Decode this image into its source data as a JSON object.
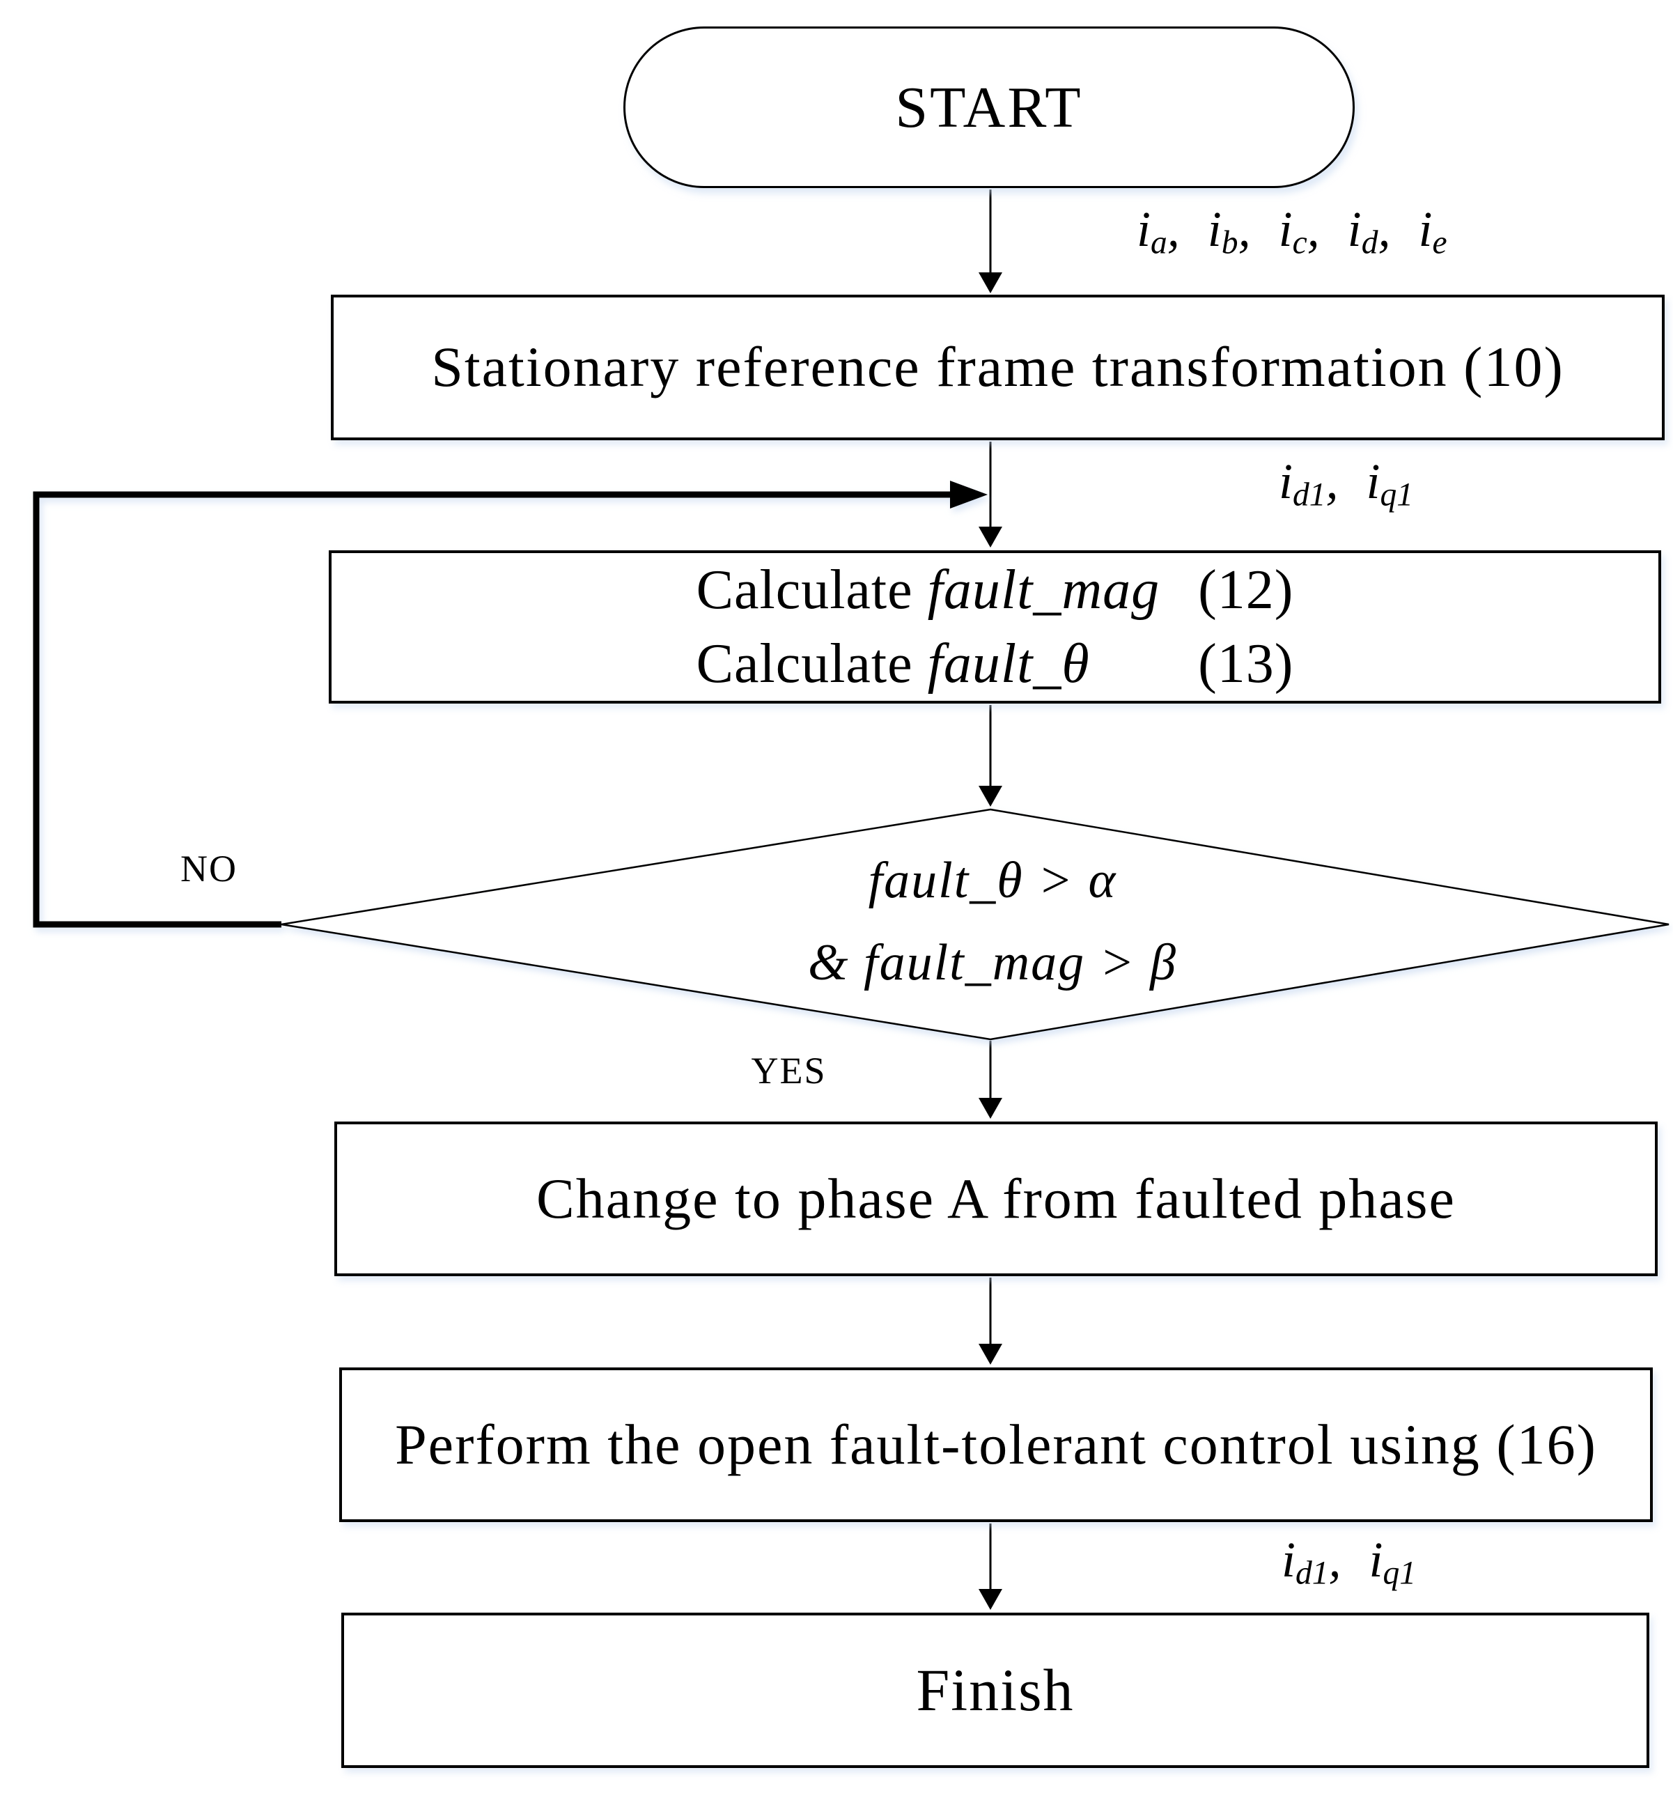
{
  "nodes": {
    "start": {
      "label": "START"
    },
    "transform": {
      "label": "Stationary reference frame transformation (10)"
    },
    "calculate": {
      "lines": [
        {
          "prefix": "Calculate ",
          "term": "fault_mag",
          "ref": "(12)"
        },
        {
          "prefix": "Calculate ",
          "term": "fault_θ",
          "ref": "(13)"
        }
      ]
    },
    "decision": {
      "lines": [
        "fault_θ > α",
        "& fault_mag > β"
      ]
    },
    "change_phase": {
      "label": "Change to phase A from faulted phase"
    },
    "perform_control": {
      "label": "Perform the open fault-tolerant control using (16)"
    },
    "finish": {
      "label": "Finish"
    }
  },
  "edge_labels": {
    "phase_currents": "i{a}, i{b}, i{c}, i{d}, i{e}",
    "dq_currents_in": "i{d1}, i{q1}",
    "dq_currents_out": "i{d1}, i{q1}",
    "decision_no": "NO",
    "decision_yes": "YES"
  },
  "colors": {
    "line": "#000000",
    "background": "#ffffff"
  }
}
